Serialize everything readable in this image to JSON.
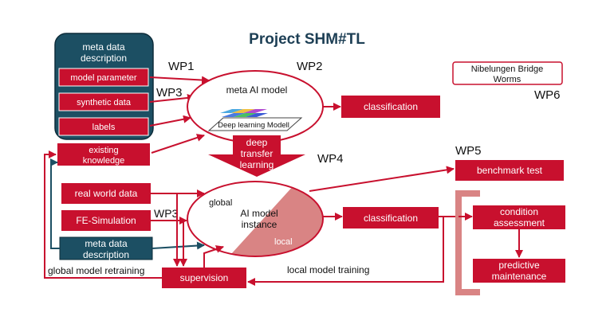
{
  "title": "Project SHM#TL",
  "wp": {
    "wp1": "WP1",
    "wp2": "WP2",
    "wp3a": "WP3",
    "wp3b": "WP3",
    "wp4": "WP4",
    "wp5": "WP5",
    "wp6": "WP6"
  },
  "meta_panel": {
    "title_line1": "meta data",
    "title_line2": "description",
    "model_parameter": "model parameter",
    "synthetic_data": "synthetic data",
    "labels": "labels"
  },
  "existing_knowledge": {
    "line1": "existing",
    "line2": "knowledge"
  },
  "meta_ai": {
    "label": "meta AI model",
    "dl_label": "Deep learning Modell"
  },
  "classification_top": "classification",
  "classification_mid": "classification",
  "deep_transfer": {
    "line1": "deep",
    "line2": "transfer",
    "line3": "learning"
  },
  "nibelungen": {
    "line1": "Nibelungen Bridge",
    "line2": "Worms"
  },
  "benchmark": "benchmark test",
  "inputs": {
    "real_world": "real world data",
    "fe_sim": "FE-Simulation",
    "meta_line1": "meta data",
    "meta_line2": "description"
  },
  "instance": {
    "global": "global",
    "line1": "AI model",
    "line2": "instance",
    "local": "local"
  },
  "condition": {
    "line1": "condition",
    "line2": "assessment"
  },
  "predictive": {
    "line1": "predictive",
    "line2": "maintenance"
  },
  "supervision": "supervision",
  "global_retraining": "global model retraining",
  "local_training": "local model training",
  "colors": {
    "red": "#c8102e",
    "teal": "#1c4f63",
    "pink": "#d98484",
    "navy": "#1d3f55"
  }
}
